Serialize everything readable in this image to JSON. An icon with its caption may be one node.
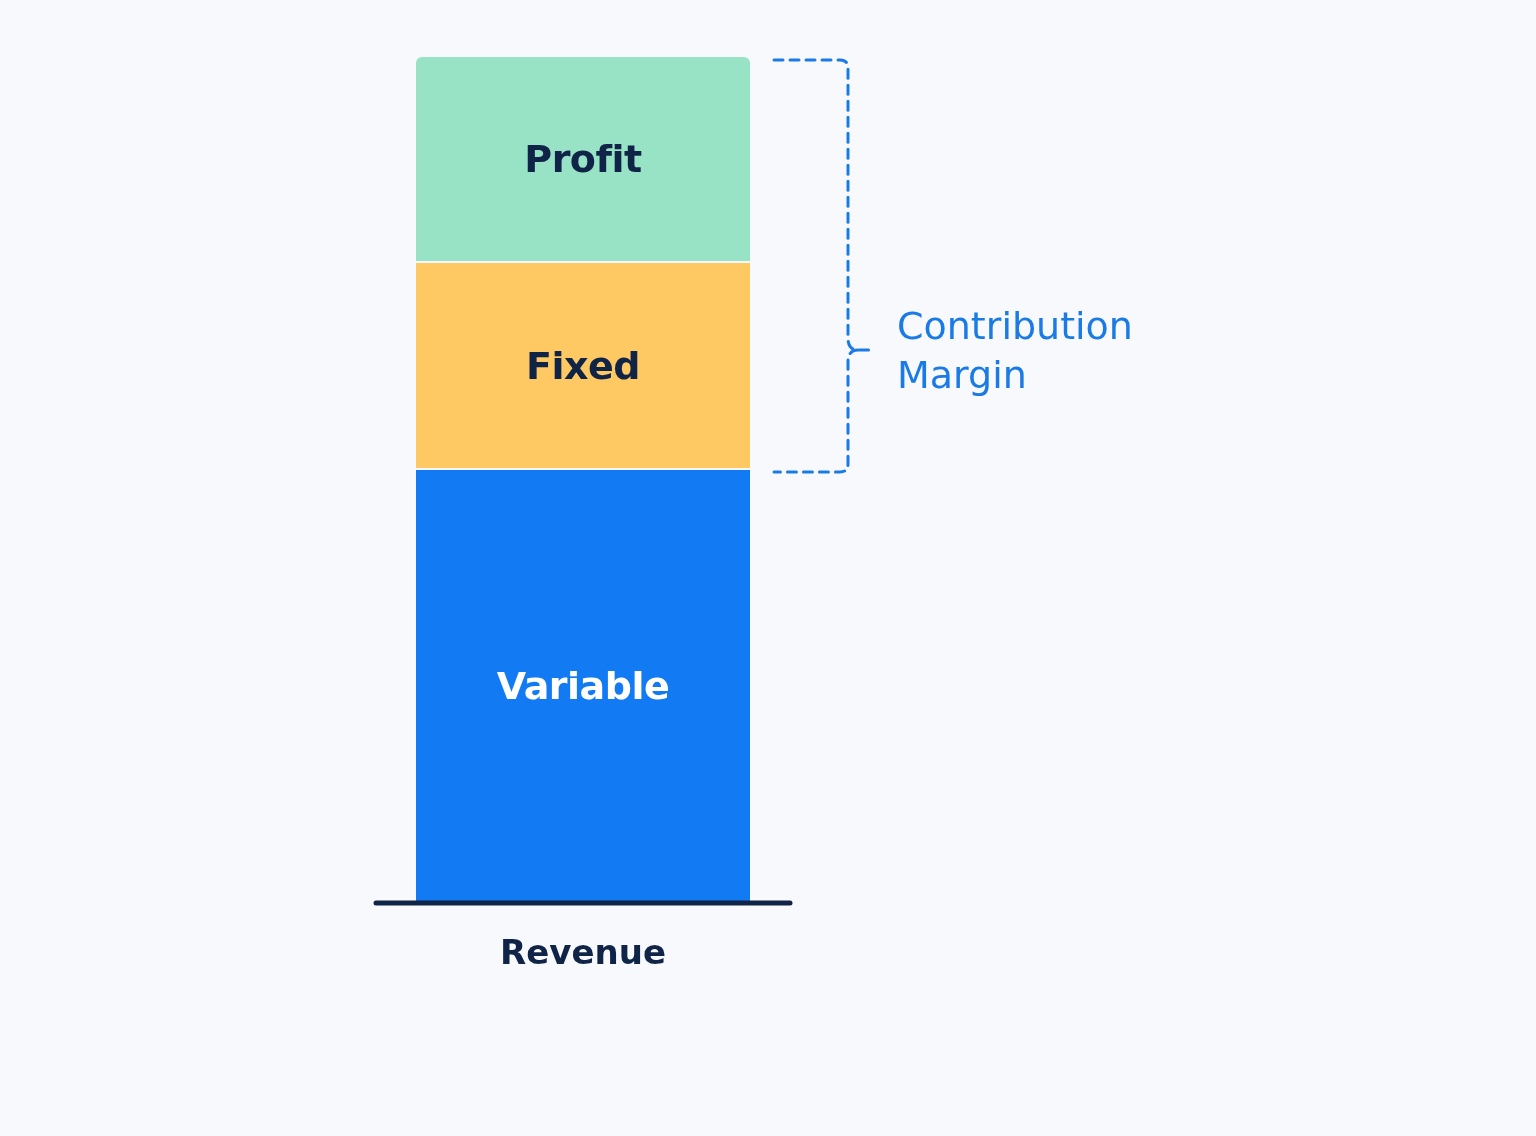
{
  "diagram": {
    "nodes": [
      {
        "text": [
          "Profit"
        ]
      },
      {
        "text": [
          "Fixed"
        ]
      },
      {
        "text": [
          "Variable"
        ]
      }
    ],
    "labels": [
      "Contribution Margin",
      "Revenue"
    ]
  }
}
